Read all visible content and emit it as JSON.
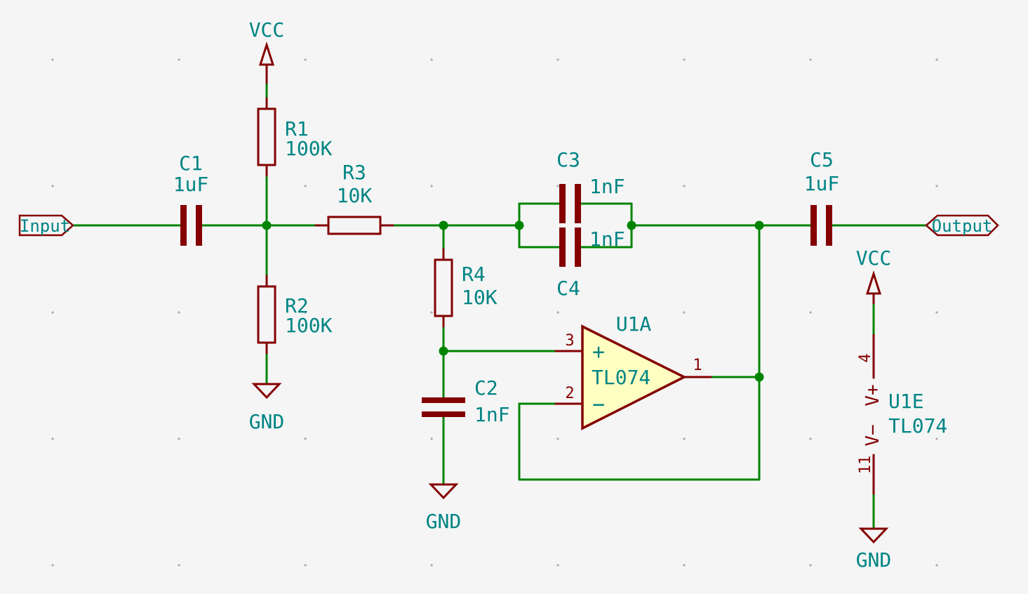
{
  "colors": {
    "background": "#F5F5F5",
    "grid_dot": "#B0B0B0",
    "wire": "#008400",
    "component": "#840000",
    "label": "#008484",
    "opamp_fill": "#FFFFC2"
  },
  "flags": {
    "input": "Input",
    "output": "Output"
  },
  "power": {
    "vcc": "VCC",
    "gnd": "GND"
  },
  "components": {
    "c1": {
      "ref": "C1",
      "value": "1uF"
    },
    "r1": {
      "ref": "R1",
      "value": "100K"
    },
    "r2": {
      "ref": "R2",
      "value": "100K"
    },
    "r3": {
      "ref": "R3",
      "value": "10K"
    },
    "r4": {
      "ref": "R4",
      "value": "10K"
    },
    "c2": {
      "ref": "C2",
      "value": "1nF"
    },
    "c3": {
      "ref": "C3",
      "value": "1nF"
    },
    "c4": {
      "ref": "C4",
      "value": "1nF"
    },
    "c5": {
      "ref": "C5",
      "value": "1uF"
    },
    "u1a": {
      "ref": "U1A",
      "value": "TL074",
      "pin1": "1",
      "pin2": "2",
      "pin3": "3",
      "noninverting": "+",
      "inverting": "−"
    },
    "u1e": {
      "ref": "U1E",
      "value": "TL074",
      "pin4": "4",
      "pin11": "11",
      "vplus": "V+",
      "vminus": "V−"
    }
  }
}
